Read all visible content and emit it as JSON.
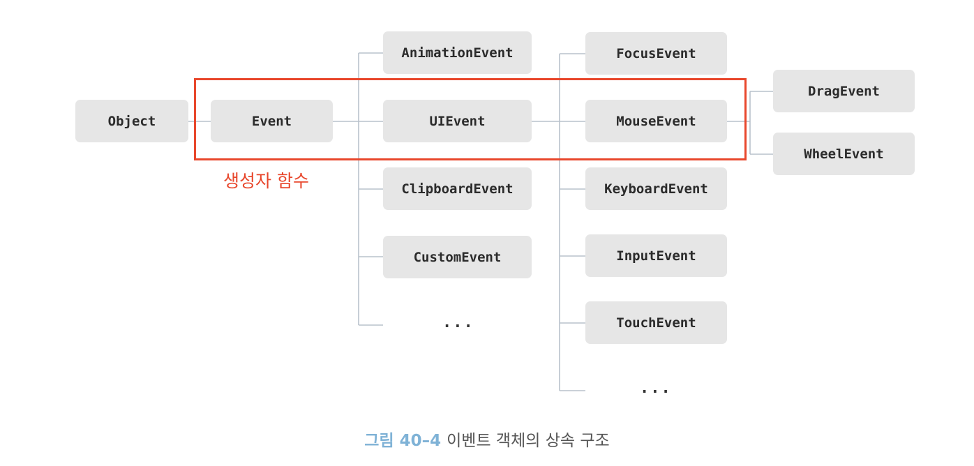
{
  "diagram": {
    "nodes": {
      "object": "Object",
      "event": "Event",
      "animation_event": "AnimationEvent",
      "ui_event": "UIEvent",
      "clipboard_event": "ClipboardEvent",
      "custom_event": "CustomEvent",
      "event_more": "...",
      "focus_event": "FocusEvent",
      "mouse_event": "MouseEvent",
      "keyboard_event": "KeyboardEvent",
      "input_event": "InputEvent",
      "touch_event": "TouchEvent",
      "ui_event_more": "...",
      "drag_event": "DragEvent",
      "wheel_event": "WheelEvent"
    },
    "highlight_label": "생성자 함수",
    "colors": {
      "node_fill": "#e6e6e6",
      "connector": "#b9c2cc",
      "highlight": "#e8472c",
      "caption_number": "#7fb2d6"
    }
  },
  "caption": {
    "figure_number": "그림 40–4",
    "text": "이벤트 객체의 상속 구조"
  }
}
